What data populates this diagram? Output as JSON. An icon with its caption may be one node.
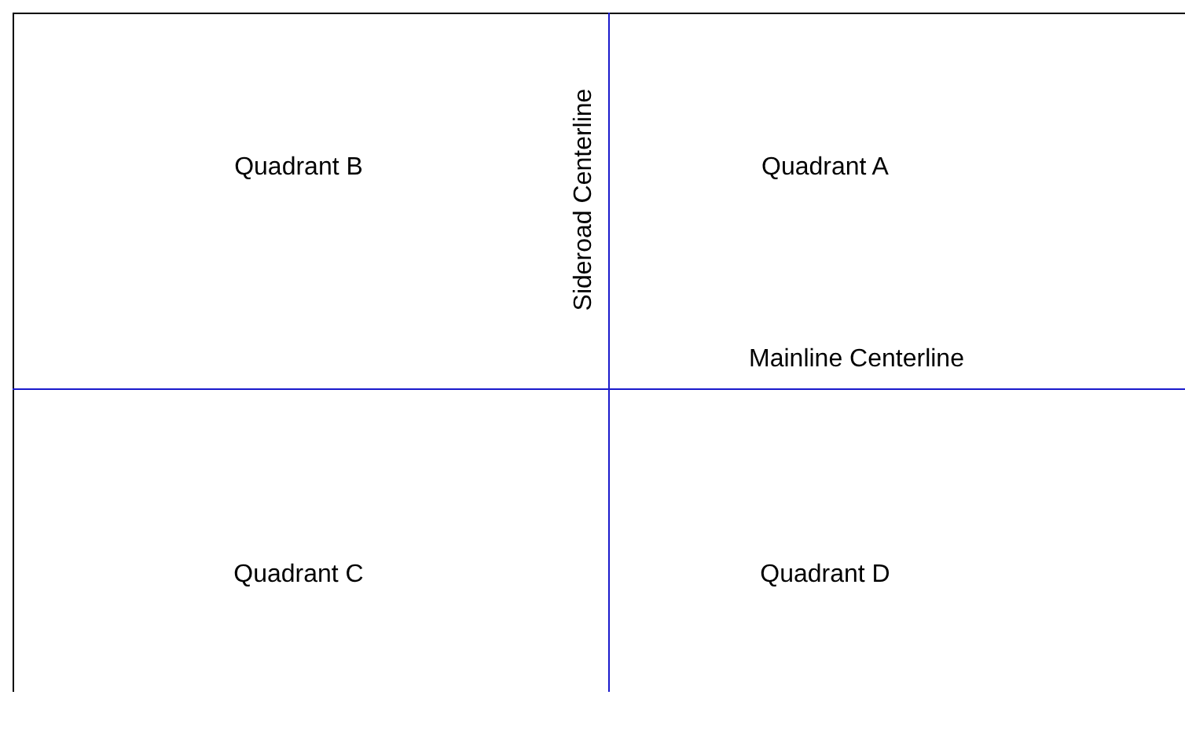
{
  "diagram": {
    "labels": [
      "Quadrant B",
      "Sideroad Centerline",
      "Quadrant A",
      "Mainline Centerline",
      "Quadrant C",
      "Quadrant D"
    ]
  }
}
